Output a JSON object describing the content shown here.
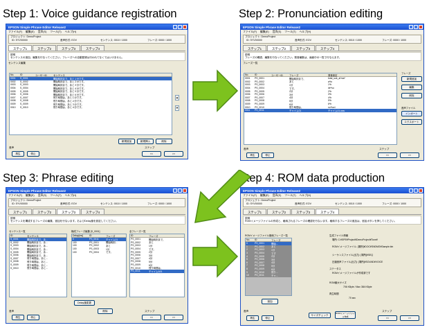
{
  "step1": {
    "heading": "Step 1: Voice guidance registration"
  },
  "step2": {
    "heading": "Step 2: Pronunciation editing"
  },
  "step3": {
    "heading": "Step 3: Phrase editing"
  },
  "step4": {
    "heading": "Step 4: ROM data production"
  },
  "app": {
    "title": "EPSON Simple Phrase Editor Release2",
    "menu": [
      "ファイル(F)",
      "編集(E)",
      "音声(S)",
      "ツール(T)",
      "ヘルプ(H)"
    ],
    "project_label": "プロジェクト: DemoProject",
    "id_label": "ID: SYV00000",
    "voice_type": "音声形式: EOV",
    "sentence_count": "センテンス: 0010 / 1000",
    "phrase_count": "フレーズ: 0000 / 1000",
    "tabs": [
      "ステップ1",
      "ステップ2",
      "ステップ3",
      "ステップ4"
    ],
    "desc_label": "説明",
    "voice_label": "音声",
    "play_button": "再生",
    "stop_button": "停止",
    "step_label": "ステップ",
    "prev_button": "<<",
    "next_button": ">>"
  },
  "win1": {
    "description": "センテンスの追加、編集を行なってください。フレーズへの自動登録は行われてなくてはいけません。",
    "list_label": "センテンス編集",
    "columns": [
      "No.",
      "ID",
      "ユーザーID",
      "センテンス"
    ],
    "rows": [
      [
        "0001",
        "S_0001",
        "",
        "開始時刻まで、あと１分です。"
      ],
      [
        "0002",
        "S_0002",
        "",
        "開始時刻まで、あと２分です。"
      ],
      [
        "0003",
        "S_0003",
        "",
        "開始時刻まで、あと３分です。"
      ],
      [
        "0004",
        "S_0004",
        "",
        "開始時刻まで、あと４分です。"
      ],
      [
        "0005",
        "S_0005",
        "",
        "開始時刻まで、あと５分です。"
      ],
      [
        "0006",
        "S_0006",
        "",
        "開始時刻まで、あと６分です。"
      ],
      [
        "0007",
        "S_0007",
        "",
        "残り時間は、あと１分です。"
      ],
      [
        "0008",
        "S_0008",
        "",
        "残り時間は、あと２分です。"
      ],
      [
        "0009",
        "S_0009",
        "",
        "残り時間は、あと３分です。"
      ],
      [
        "0010",
        "S_0010",
        "",
        "残り時間は、あと４分です。"
      ]
    ],
    "buttons": [
      "新規追加",
      "新規挿入",
      "削除"
    ]
  },
  "win2": {
    "description": "フレーズの確認、編集を行なってください。発音編集は、画面中の一覧で行なえます。",
    "list_label": "フレーズ一覧",
    "side_label": "フレーズ",
    "columns": [
      "No.",
      "ID",
      "ユーザーID",
      "フレーズ",
      "発音設定"
    ],
    "rows": [
      [
        "0001",
        "PS_0001",
        "",
        "開始時刻まで、",
        "total_suk_ai'ma*"
      ],
      [
        "0002",
        "PS_0002",
        "",
        "あと",
        "a*to"
      ],
      [
        "0003",
        "PS_0003",
        "",
        "1分",
        "1*b"
      ],
      [
        "0004",
        "PS_0004",
        "",
        "です。",
        "de*su"
      ],
      [
        "0005",
        "PS_0005",
        "",
        "2分",
        "2*b"
      ],
      [
        "0006",
        "PS_0006",
        "",
        "3分",
        "3*b"
      ],
      [
        "0007",
        "PS_0007",
        "",
        "4分",
        "4*b"
      ],
      [
        "0008",
        "PS_0008",
        "",
        "5分",
        "5*b"
      ],
      [
        "0009",
        "PS_0009",
        "",
        "6分",
        "6*b"
      ],
      [
        "0010",
        "PS_0010",
        "",
        "残り時間は、",
        "no*kori"
      ],
      [
        "0011",
        "PS_0011",
        "",
        "チャイム01",
        "チャイム01.wav"
      ]
    ],
    "buttons": [
      "新規追加",
      "編集",
      "削除"
    ],
    "file_label": "音声ファイル",
    "import_button": "インポート",
    "export_button": "エクスポート"
  },
  "win3": {
    "description": "センテンスを構成するフレーズの編集、追加を行ないます。およびDelay値を設定してください。",
    "sentence_label": "センテンス一覧",
    "composed_label": "構成フレーズ編集 [S_0001]",
    "all_label": "全フレーズ一覧",
    "sentence_columns": [
      "ID",
      "センテンス"
    ],
    "sentence_rows": [
      [
        "S_0001",
        "開始時刻まで、あ..."
      ],
      [
        "S_0002",
        "開始時刻まで、あ..."
      ],
      [
        "S_0003",
        "開始時刻まで、あ..."
      ],
      [
        "S_0004",
        "開始時刻まで、あ..."
      ],
      [
        "S_0005",
        "開始時刻まで、あ..."
      ],
      [
        "S_0006",
        "開始時刻まで、あ..."
      ],
      [
        "S_0007",
        "残り時間は、あと..."
      ],
      [
        "S_0008",
        "残り時間は、あと..."
      ],
      [
        "S_0009",
        "残り時間は、あと..."
      ],
      [
        "S_0010",
        "残り時間は、あと..."
      ]
    ],
    "composed_columns": [
      "Delay[ms]",
      "ID",
      "フレーズ"
    ],
    "composed_rows": [
      [
        "0",
        "PS_0011",
        "チャイム01"
      ],
      [
        "100",
        "PS_0001",
        "開始時刻..."
      ],
      [
        "100",
        "PS_0002",
        "あと"
      ],
      [
        "100",
        "PS_0003",
        "1分"
      ],
      [
        "100",
        "PS_0004",
        "です。"
      ]
    ],
    "all_columns": [
      "ID",
      "フレーズ"
    ],
    "all_rows": [
      [
        "PS_0001",
        "開始時刻まで、"
      ],
      [
        "PS_0002",
        "あと"
      ],
      [
        "PS_0003",
        "1分"
      ],
      [
        "PS_0004",
        "です。"
      ],
      [
        "PS_0005",
        "2分"
      ],
      [
        "PS_0006",
        "3分"
      ],
      [
        "PS_0007",
        "4分"
      ],
      [
        "PS_0008",
        "5分"
      ],
      [
        "PS_0009",
        "6分"
      ],
      [
        "PS_0010",
        "残り時間は、"
      ],
      [
        "PS_0011",
        "チャイムA01"
      ]
    ],
    "delay_button": "Delay値変更",
    "delete_button": "削除"
  },
  "win4": {
    "description": "ROMイメージファイルの作成と、格納されるフレーズの確認を行ないます。格納するフレーズの追加は、追加ボタンを押してください。",
    "rom_label": "ROMイメージファイル格納フレーズ一覧",
    "columns": [
      "No.",
      "ID",
      "フレーズ"
    ],
    "rows": [
      [
        "0",
        "PS_0001",
        "開始..."
      ],
      [
        "1",
        "PS_0002",
        "あと"
      ],
      [
        "2",
        "PS_0003",
        "1分"
      ],
      [
        "3",
        "PS_0004",
        "です"
      ],
      [
        "4",
        "PS_0005",
        "2分"
      ],
      [
        "5",
        "PS_0006",
        "3分"
      ],
      [
        "6",
        "PS_0007",
        "4分"
      ],
      [
        "7",
        "PS_0008",
        "5分"
      ],
      [
        "8",
        "PS_0009",
        "6分"
      ],
      [
        "9",
        "PS_0010",
        "残り..."
      ],
      [
        "10",
        "PS_0011",
        "チャ..."
      ]
    ],
    "add_button": "追加",
    "gen_label": "生成ファイル情報",
    "gen_location": "場所: C:¥SPE¥Project¥DemoProject¥Tone¥",
    "rom_image_file": "ROMイメージファイル: [場所]¥DOC¥SNDMG¥Sample.bin",
    "sequence_file": "シーケンスファイル(出力): [場所]¥SEQ",
    "compiled_file": "圧縮音声ファイル(出力): [場所]¥SOUND¥VOICE",
    "status_label": "ステータス",
    "status_text": "ROMイメージファイルが作成済です",
    "rom_size_label": "ROM最大サイズ",
    "rom_size_value": "706  KByte  /  Max  384  KByte",
    "play_time_label": "再生時間",
    "play_time_value": "70  sec",
    "size_check_button": "サイズチェック",
    "make_rom_button": "ROMイメージファイル作成"
  }
}
